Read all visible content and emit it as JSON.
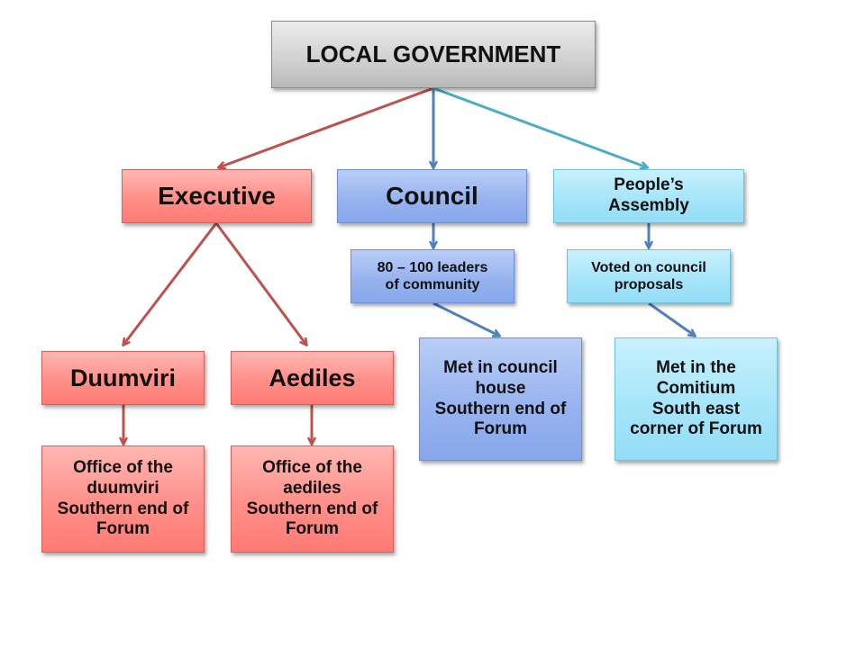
{
  "diagram": {
    "root": {
      "label": "LOCAL GOVERNMENT"
    },
    "executive": {
      "label": "Executive"
    },
    "council": {
      "label": "Council"
    },
    "assembly": {
      "line1": "People’s",
      "line2": "Assembly"
    },
    "leaders": {
      "line1": "80 – 100 leaders",
      "line2": "of community"
    },
    "voted": {
      "line1": "Voted on council",
      "line2": "proposals"
    },
    "met_council": {
      "line1": "Met in council",
      "line2": "house",
      "line3": "Southern end of",
      "line4": "Forum"
    },
    "met_comitium": {
      "line1": "Met in the",
      "line2": "Comitium",
      "line3": "South east",
      "line4": "corner of Forum"
    },
    "duumviri": {
      "label": "Duumviri"
    },
    "aediles": {
      "label": "Aediles"
    },
    "office_duumviri": {
      "line1": "Office of the",
      "line2": "duumviri",
      "line3": "Southern end of",
      "line4": "Forum"
    },
    "office_aediles": {
      "line1": "Office of the",
      "line2": "aediles",
      "line3": "Southern end of",
      "line4": "Forum"
    }
  },
  "colors": {
    "red_arrow": "#c0504d",
    "blue_arrow": "#4f81bd",
    "cyan_arrow": "#4bacc6"
  }
}
